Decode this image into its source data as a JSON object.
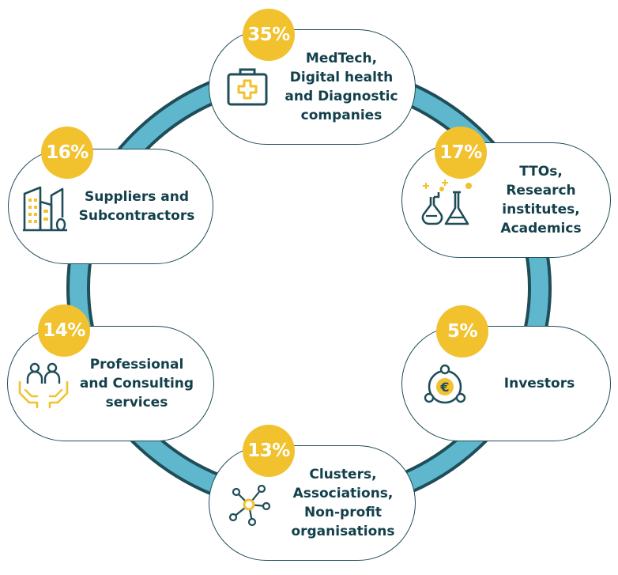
{
  "colors": {
    "ring_outer": "#1f4d58",
    "ring_inner": "#5eb7cc",
    "badge": "#f2c12e",
    "node_border": "#1f4d58",
    "text": "#13404b",
    "accent": "#f2c12e"
  },
  "segments": [
    {
      "percent": "35%",
      "label": "MedTech,\nDigital health\nand Diagnostic\ncompanies",
      "icon": "medical-kit-icon"
    },
    {
      "percent": "17%",
      "label": "TTOs,\nResearch\ninstitutes,\nAcademics",
      "icon": "lab-flasks-icon"
    },
    {
      "percent": "16%",
      "label": "Suppliers and\nSubcontractors",
      "icon": "buildings-icon"
    },
    {
      "percent": "5%",
      "label": "Investors",
      "icon": "euro-network-icon"
    },
    {
      "percent": "14%",
      "label": "Professional\nand Consulting\nservices",
      "icon": "people-hands-icon"
    },
    {
      "percent": "13%",
      "label": "Clusters,\nAssociations,\nNon-profit\norganisations",
      "icon": "network-hub-icon"
    }
  ]
}
